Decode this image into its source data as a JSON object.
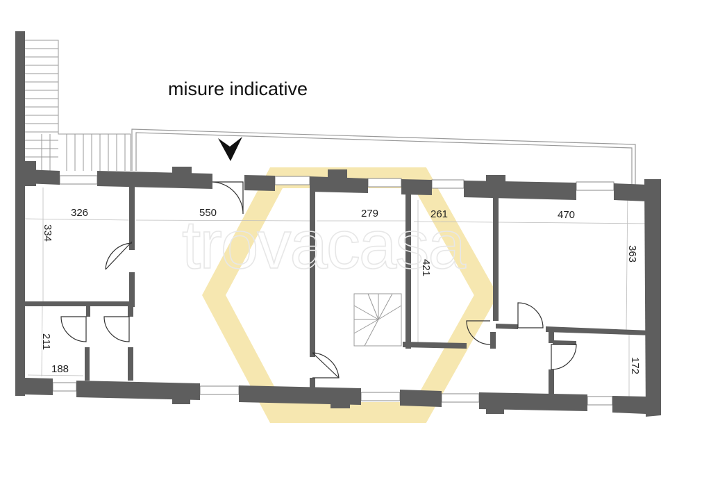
{
  "caption": "misure indicative",
  "watermark": "trovacasa",
  "dimensions": {
    "room1_width": "326",
    "room1_height": "334",
    "room2_width": "550",
    "room3_width": "279",
    "room3_height": "421",
    "room4_width": "261",
    "room5_width": "470",
    "room5_height": "363",
    "room6_height": "211",
    "room6_width": "188",
    "room7_height": "172"
  },
  "colors": {
    "wall": "#5e5e5e",
    "thin_line": "#8a8a8a",
    "watermark_logo": "#f6e7b0",
    "text": "#111111"
  }
}
